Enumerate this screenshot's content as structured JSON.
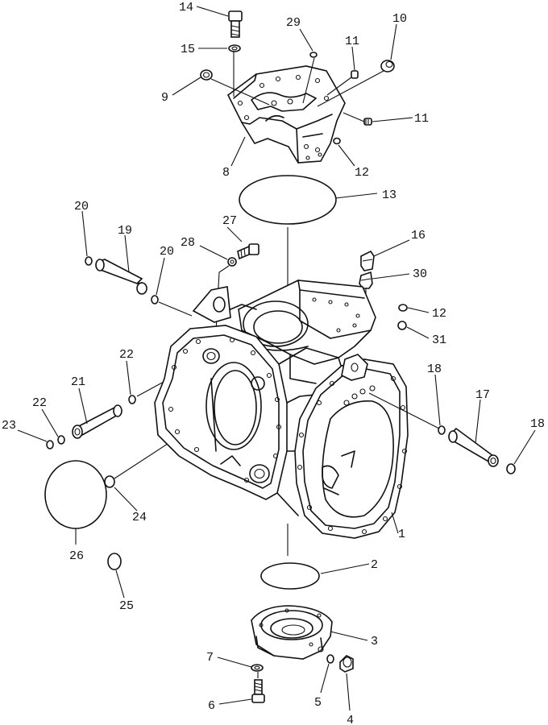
{
  "callouts": [
    {
      "id": "c1",
      "number": "1"
    },
    {
      "id": "c2",
      "number": "2"
    },
    {
      "id": "c3",
      "number": "3"
    },
    {
      "id": "c4",
      "number": "4"
    },
    {
      "id": "c5",
      "number": "5"
    },
    {
      "id": "c6",
      "number": "6"
    },
    {
      "id": "c7",
      "number": "7"
    },
    {
      "id": "c8",
      "number": "8"
    },
    {
      "id": "c9",
      "number": "9"
    },
    {
      "id": "c10",
      "number": "10"
    },
    {
      "id": "c11a",
      "number": "11"
    },
    {
      "id": "c11b",
      "number": "11"
    },
    {
      "id": "c12a",
      "number": "12"
    },
    {
      "id": "c12b",
      "number": "12"
    },
    {
      "id": "c13",
      "number": "13"
    },
    {
      "id": "c14",
      "number": "14"
    },
    {
      "id": "c15",
      "number": "15"
    },
    {
      "id": "c16",
      "number": "16"
    },
    {
      "id": "c17",
      "number": "17"
    },
    {
      "id": "c18a",
      "number": "18"
    },
    {
      "id": "c18b",
      "number": "18"
    },
    {
      "id": "c19",
      "number": "19"
    },
    {
      "id": "c20a",
      "number": "20"
    },
    {
      "id": "c20b",
      "number": "20"
    },
    {
      "id": "c21",
      "number": "21"
    },
    {
      "id": "c22a",
      "number": "22"
    },
    {
      "id": "c22b",
      "number": "22"
    },
    {
      "id": "c23",
      "number": "23"
    },
    {
      "id": "c24",
      "number": "24"
    },
    {
      "id": "c25",
      "number": "25"
    },
    {
      "id": "c26",
      "number": "26"
    },
    {
      "id": "c27",
      "number": "27"
    },
    {
      "id": "c28",
      "number": "28"
    },
    {
      "id": "c29",
      "number": "29"
    },
    {
      "id": "c30",
      "number": "30"
    },
    {
      "id": "c31",
      "number": "31"
    }
  ]
}
